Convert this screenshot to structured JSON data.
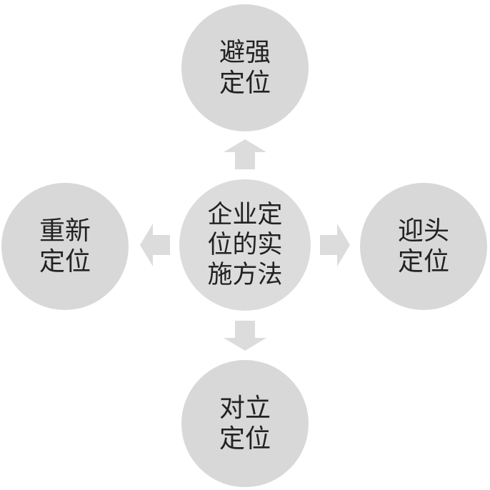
{
  "colors": {
    "outer_circle": "#d8d8d8",
    "center_circle": "#dcdcdc",
    "arrow": "#dcdcdc",
    "text": "#222222"
  },
  "center": {
    "lines": [
      "企业定",
      "位的实",
      "施方法"
    ]
  },
  "nodes": {
    "top": {
      "lines": [
        "避强",
        "定位"
      ]
    },
    "right": {
      "lines": [
        "迎头",
        "定位"
      ]
    },
    "bottom": {
      "lines": [
        "对立",
        "定位"
      ]
    },
    "left": {
      "lines": [
        "重新",
        "定位"
      ]
    }
  }
}
